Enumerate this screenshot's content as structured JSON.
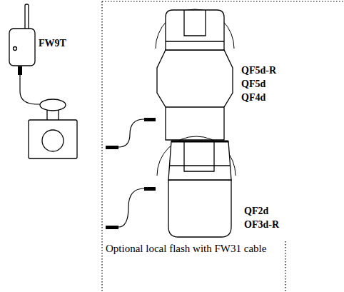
{
  "diagram": {
    "labels": [
      "FW9T",
      "QF5d-R",
      "QF5d",
      "QF4d",
      "QF2d",
      "OF3d-R",
      "Optional local flash with FW31 cable"
    ]
  }
}
